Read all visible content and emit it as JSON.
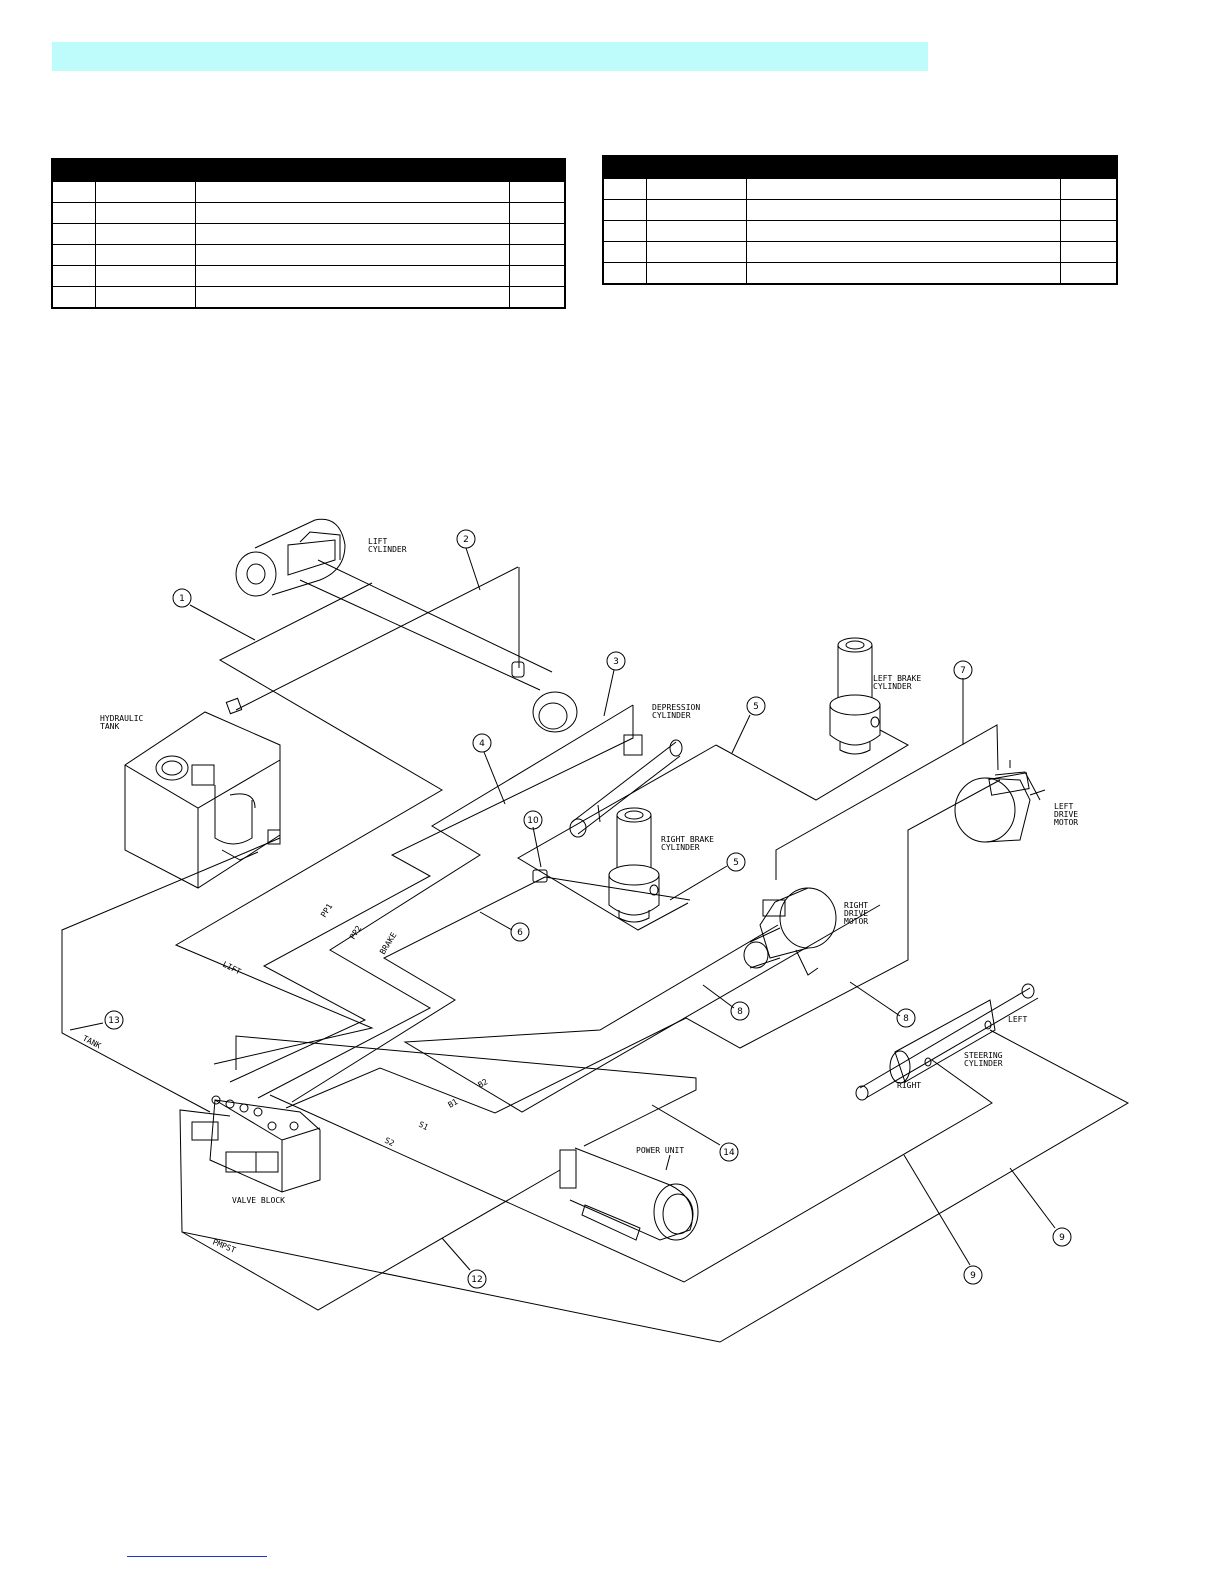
{
  "colors": {
    "title_bar": "#bdfcfb",
    "table_header": "#000000",
    "line": "#000000",
    "link": "#2233cc"
  },
  "tables": {
    "left_rows": 6,
    "right_rows": 5
  },
  "diagram": {
    "components": {
      "lift_cylinder": [
        "LIFT",
        "CYLINDER"
      ],
      "hydraulic_tank": [
        "HYDRAULIC",
        "TANK"
      ],
      "depression_cylinder": [
        "DEPRESSION",
        "CYLINDER"
      ],
      "left_brake_cylinder": [
        "LEFT BRAKE",
        "CYLINDER"
      ],
      "right_brake_cylinder": [
        "RIGHT BRAKE",
        "CYLINDER"
      ],
      "left_drive_motor": [
        "LEFT",
        "DRIVE",
        "MOTOR"
      ],
      "right_drive_motor": [
        "RIGHT",
        "DRIVE",
        "MOTOR"
      ],
      "steering_cylinder": [
        "STEERING",
        "CYLINDER"
      ],
      "steering_left": "LEFT",
      "steering_right": "RIGHT",
      "power_unit": "POWER UNIT",
      "valve_block": "VALVE BLOCK"
    },
    "hose_labels": {
      "tank": "TANK",
      "lift": "LIFT",
      "pp1": "PP1",
      "pp2": "PP2",
      "brake": "BRAKE",
      "b2": "B2",
      "b1": "B1",
      "s1": "S1",
      "s2": "S2",
      "pmpst": "PMPST"
    },
    "callouts": {
      "c1": "1",
      "c2": "2",
      "c3": "3",
      "c4": "4",
      "c5a": "5",
      "c5b": "5",
      "c6": "6",
      "c7": "7",
      "c8a": "8",
      "c8b": "8",
      "c9a": "9",
      "c9b": "9",
      "c10": "10",
      "c12": "12",
      "c13": "13",
      "c14": "14"
    }
  }
}
